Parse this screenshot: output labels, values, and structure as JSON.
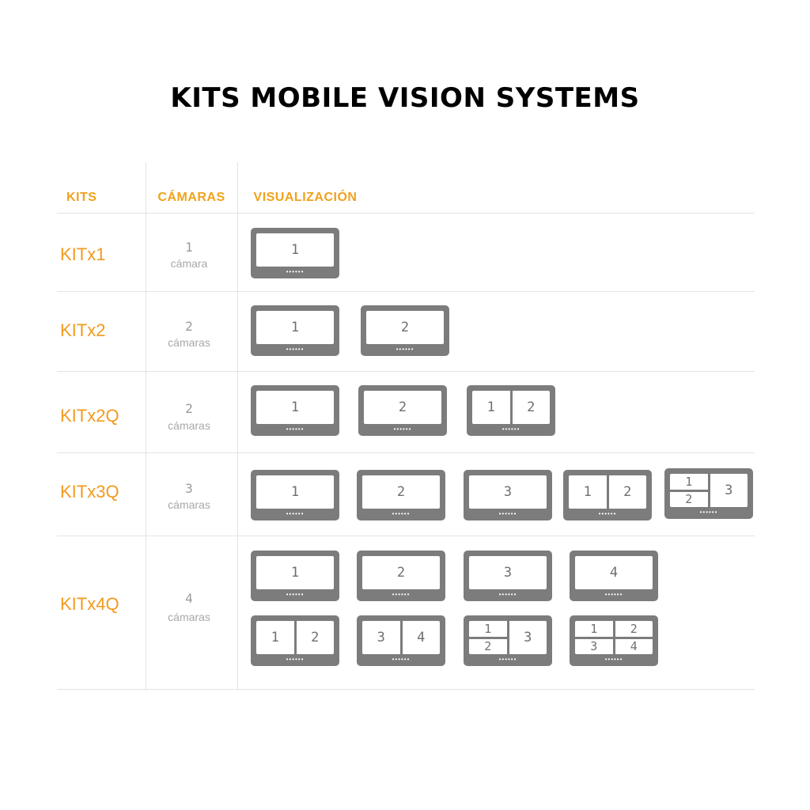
{
  "title": "KITS MOBILE VISION SYSTEMS",
  "headers": {
    "kits": "KITS",
    "cameras": "CÁMARAS",
    "view": "VISUALIZACIÓN"
  },
  "dots": "••••••",
  "rows": [
    {
      "kit": "KITx1",
      "cam_n": "1",
      "cam_l": "cámara"
    },
    {
      "kit": "KITx2",
      "cam_n": "2",
      "cam_l": "cámaras"
    },
    {
      "kit": "KITx2Q",
      "cam_n": "2",
      "cam_l": "cámaras"
    },
    {
      "kit": "KITx3Q",
      "cam_n": "3",
      "cam_l": "cámaras"
    },
    {
      "kit": "KITx4Q",
      "cam_n": "4",
      "cam_l": "cámaras"
    }
  ],
  "monitors": [
    {
      "row": 0,
      "cols": [
        [
          "1"
        ]
      ]
    },
    {
      "row": 1,
      "cols": [
        [
          "1"
        ]
      ]
    },
    {
      "row": 1,
      "cols": [
        [
          "2"
        ]
      ]
    },
    {
      "row": 2,
      "cols": [
        [
          "1"
        ]
      ]
    },
    {
      "row": 2,
      "cols": [
        [
          "2"
        ]
      ]
    },
    {
      "row": 2,
      "cols": [
        [
          "1"
        ],
        [
          "2"
        ]
      ]
    },
    {
      "row": 3,
      "cols": [
        [
          "1"
        ]
      ]
    },
    {
      "row": 3,
      "cols": [
        [
          "2"
        ]
      ]
    },
    {
      "row": 3,
      "cols": [
        [
          "3"
        ]
      ]
    },
    {
      "row": 3,
      "cols": [
        [
          "1"
        ],
        [
          "2"
        ]
      ]
    },
    {
      "row": 3,
      "cols": [
        [
          "1",
          "2"
        ],
        [
          "3"
        ]
      ]
    },
    {
      "row": 4,
      "cols": [
        [
          "1"
        ]
      ]
    },
    {
      "row": 4,
      "cols": [
        [
          "2"
        ]
      ]
    },
    {
      "row": 4,
      "cols": [
        [
          "3"
        ]
      ]
    },
    {
      "row": 4,
      "cols": [
        [
          "4"
        ]
      ]
    },
    {
      "row": 4,
      "cols": [
        [
          "1"
        ],
        [
          "2"
        ]
      ]
    },
    {
      "row": 4,
      "cols": [
        [
          "3"
        ],
        [
          "4"
        ]
      ]
    },
    {
      "row": 4,
      "cols": [
        [
          "1",
          "2"
        ],
        [
          "3"
        ]
      ]
    },
    {
      "row": 4,
      "cols": [
        [
          "1",
          "3"
        ],
        [
          "2",
          "4"
        ]
      ]
    }
  ]
}
